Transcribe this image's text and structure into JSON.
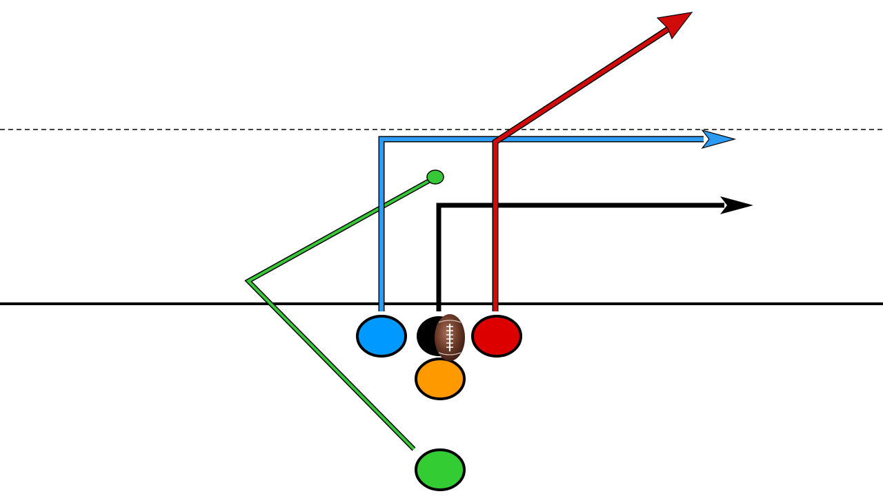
{
  "diagram": {
    "type": "football-play",
    "background": "#ffffff",
    "lines": {
      "line_of_scrimmage": {
        "style": "solid",
        "color": "#000000"
      },
      "first_down_marker": {
        "style": "dashed",
        "color": "#000000"
      }
    },
    "players": [
      {
        "id": "left-receiver",
        "color": "#0099ff"
      },
      {
        "id": "center",
        "color": "#000000",
        "has_ball": true
      },
      {
        "id": "right-receiver",
        "color": "#dd0000"
      },
      {
        "id": "quarterback",
        "color": "#ff9900"
      },
      {
        "id": "running-back",
        "color": "#33cc33"
      }
    ],
    "routes": [
      {
        "player": "left-receiver",
        "route": "out",
        "color": "#2b9bf4",
        "end": "arrow"
      },
      {
        "player": "right-receiver",
        "route": "corner",
        "color": "#d10a0a",
        "end": "arrow"
      },
      {
        "player": "center",
        "route": "out",
        "color": "#000000",
        "end": "arrow"
      },
      {
        "player": "running-back",
        "route": "wheel",
        "color": "#37c837",
        "end": "dot"
      }
    ],
    "ball": {
      "icon": "football-icon",
      "color": "#6b3a28"
    }
  }
}
